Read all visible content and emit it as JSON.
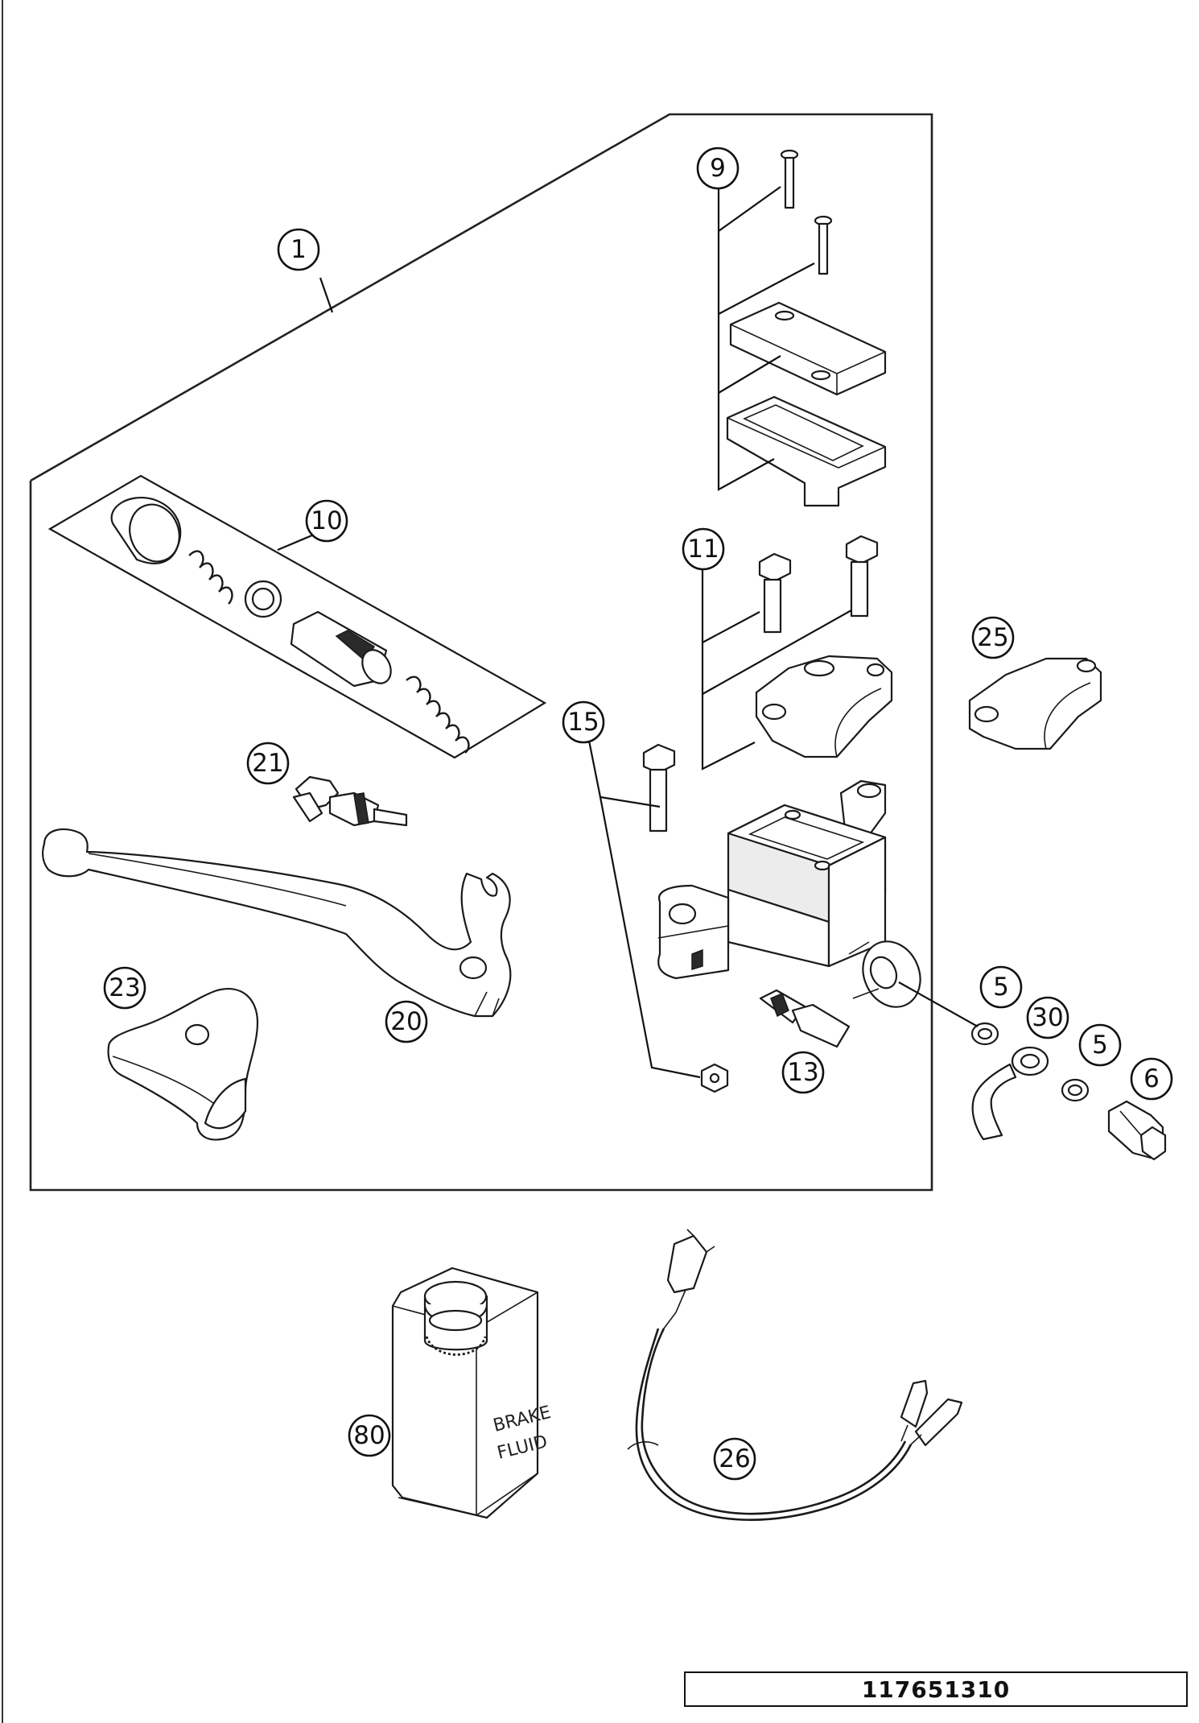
{
  "callouts": {
    "c1": "1",
    "c9": "9",
    "c10": "10",
    "c11": "11",
    "c15": "15",
    "c21": "21",
    "c20": "20",
    "c23": "23",
    "c25": "25",
    "c13": "13",
    "c5a": "5",
    "c30": "30",
    "c5b": "5",
    "c6": "6",
    "c80": "80",
    "c26": "26"
  },
  "can_label": {
    "line1": "BRAKE",
    "line2": "FLUID"
  },
  "part_number": "117651310"
}
